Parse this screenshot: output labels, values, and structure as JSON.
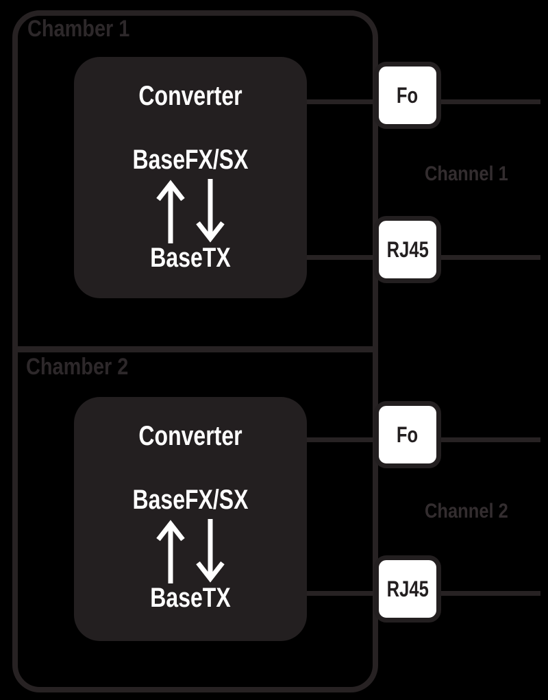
{
  "diagram": {
    "chambers": [
      {
        "label": "Chamber 1",
        "channel_label": "Channel 1",
        "converter": {
          "title": "Converter",
          "fiber_standard": "BaseFX/SX",
          "copper_standard": "BaseTX"
        },
        "ports": {
          "fiber": "Fo",
          "copper": "RJ45"
        }
      },
      {
        "label": "Chamber 2",
        "channel_label": "Channel 2",
        "converter": {
          "title": "Converter",
          "fiber_standard": "BaseFX/SX",
          "copper_standard": "BaseTX"
        },
        "ports": {
          "fiber": "Fo",
          "copper": "RJ45"
        }
      }
    ],
    "colors": {
      "background": "#000000",
      "stroke": "#272223",
      "converter_fill": "#231f20",
      "converter_text": "#ffffff",
      "port_fill": "#ffffff",
      "port_text": "#231f20",
      "section_label_text": "#2d282a",
      "channel_label_text": "#332d2f"
    }
  }
}
